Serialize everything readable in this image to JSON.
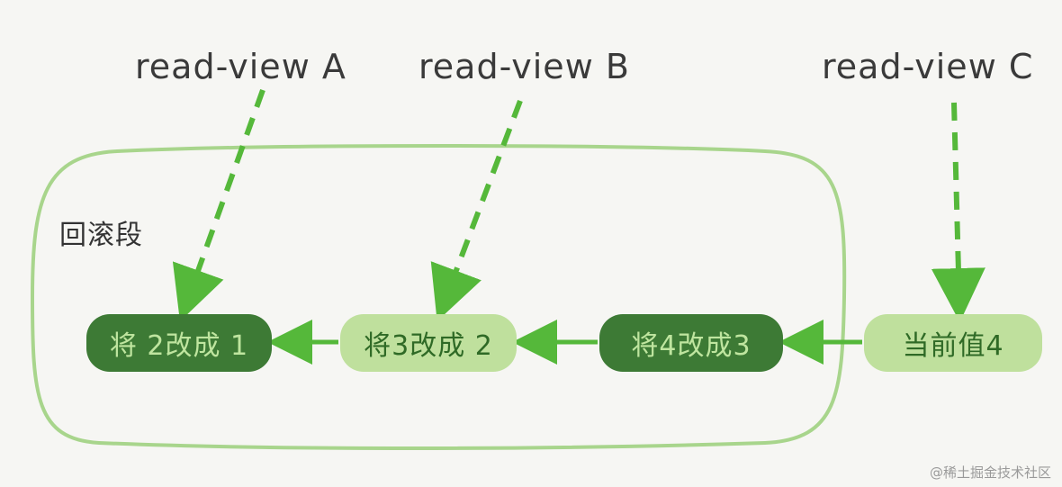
{
  "read_views": [
    {
      "label": "read-view A"
    },
    {
      "label": "read-view B"
    },
    {
      "label": "read-view C"
    }
  ],
  "segment_label": "回滚段",
  "nodes": [
    {
      "label": "将 2改成 1",
      "style": "dark"
    },
    {
      "label": "将3改成 2",
      "style": "light"
    },
    {
      "label": "将4改成3",
      "style": "dark"
    },
    {
      "label": "当前值4",
      "style": "light"
    }
  ],
  "watermark": "@稀土掘金技术社区",
  "colors": {
    "background": "#f6f6f3",
    "arrow": "#55b83a",
    "boundary": "#a8d58c",
    "dark_node": "#3d7a35",
    "light_node": "#bfe09d"
  }
}
